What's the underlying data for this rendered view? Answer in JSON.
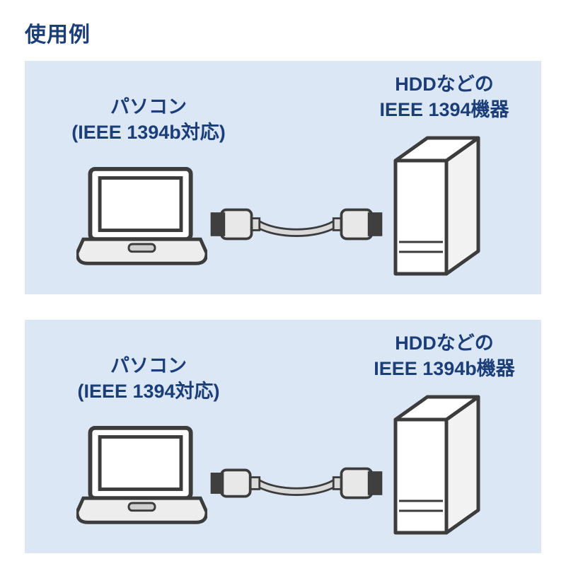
{
  "title": "使用例",
  "colors": {
    "panel_bg": "#dbe7f4",
    "text_navy": "#1c3e78",
    "outline_dark": "#3c3c3c",
    "cable_gray": "#d9d9d9"
  },
  "panels": [
    {
      "pc_line1": "パソコン",
      "pc_line2": "(IEEE 1394b対応)",
      "device_line1": "HDDなどの",
      "device_line2": "IEEE 1394機器"
    },
    {
      "pc_line1": "パソコン",
      "pc_line2": "(IEEE 1394対応)",
      "device_line1": "HDDなどの",
      "device_line2": "IEEE 1394b機器"
    }
  ]
}
